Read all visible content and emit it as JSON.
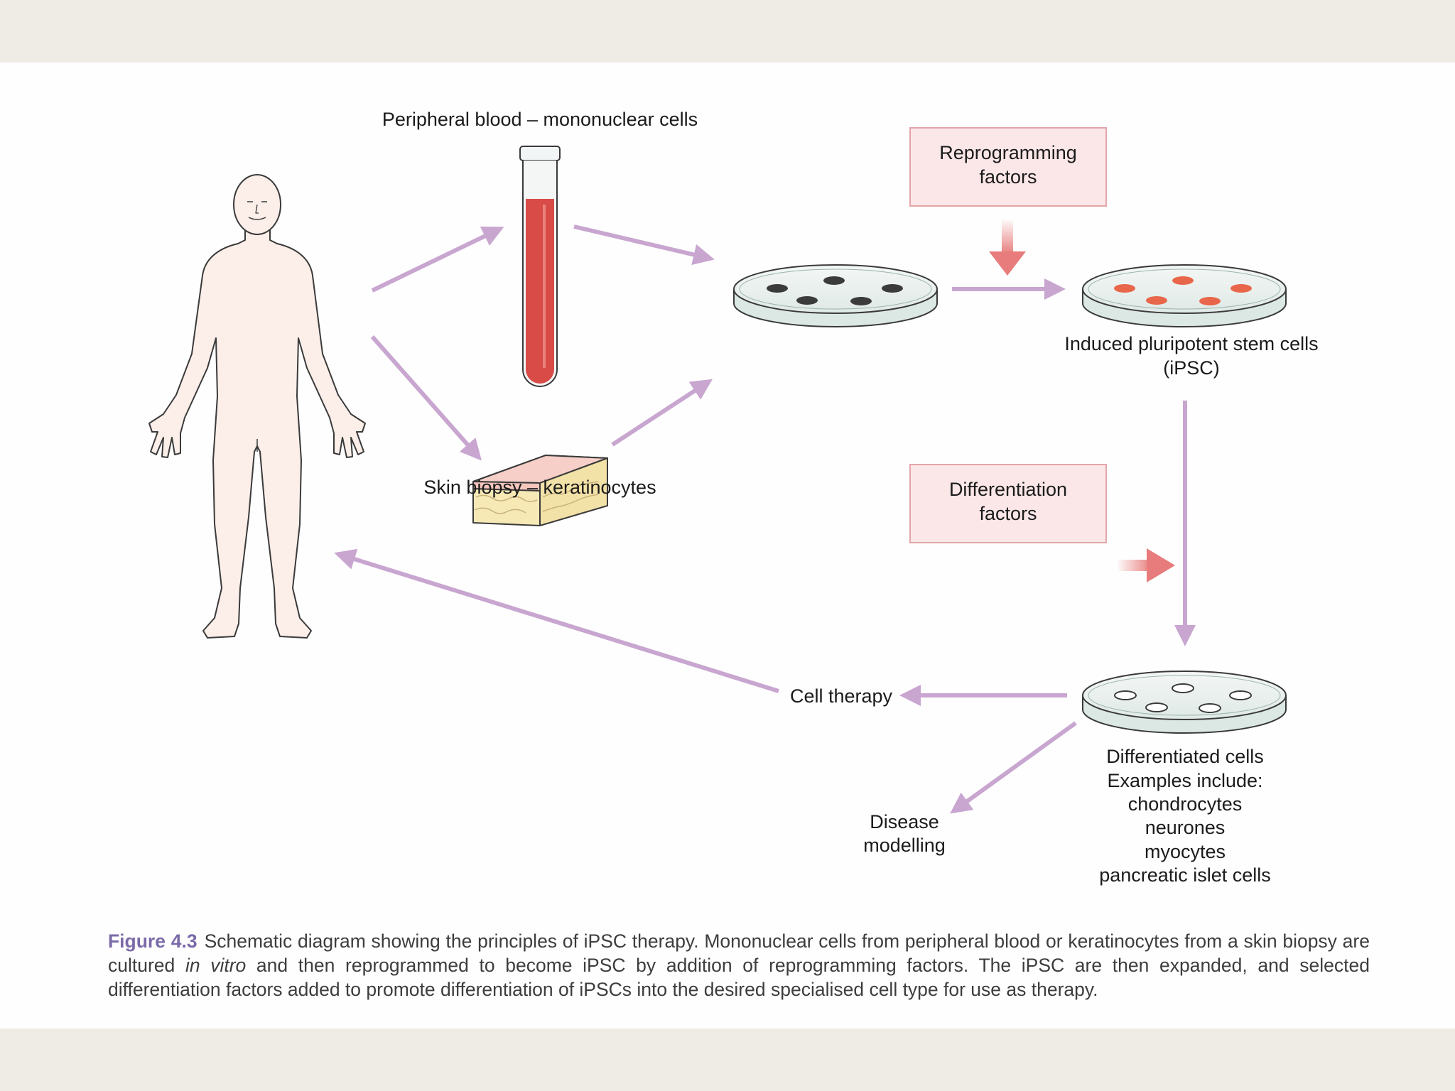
{
  "diagram": {
    "labels": {
      "peripheral_blood": "Peripheral blood – mononuclear cells",
      "skin_biopsy": "Skin biopsy – keratinocytes",
      "ipsc_line1": "Induced pluripotent stem cells",
      "ipsc_line2": "(iPSC)",
      "cell_therapy": "Cell therapy",
      "disease_line1": "Disease",
      "disease_line2": "modelling",
      "diff_cells": [
        "Differentiated cells",
        "Examples include:",
        "chondrocytes",
        "neurones",
        "myocytes",
        "pancreatic islet cells"
      ]
    },
    "boxes": {
      "reprogramming_line1": "Reprogramming",
      "reprogramming_line2": "factors",
      "differentiation_line1": "Differentiation",
      "differentiation_line2": "factors"
    },
    "colors": {
      "arrow": "#c8a6d0",
      "factor_arrow": "#e87c7c",
      "box_fill": "#fbe7e8",
      "box_stroke": "#e2a6aa",
      "blood": "#d84b47",
      "skin_top": "#f2c3bd",
      "fat": "#f6e9b6",
      "body": "#fceee9",
      "ipsc_cells": "#e8674a",
      "dark_cells": "#3b3b3b",
      "caption_label": "#7b6aa8"
    }
  },
  "caption": {
    "label": "Figure 4.3",
    "text_part1": "Schematic diagram showing the principles of iPSC therapy. Mononuclear cells from peripheral blood or keratinocytes from a skin biopsy are cultured ",
    "italic": "in vitro",
    "text_part2": " and then reprogrammed to become iPSC by addition of reprogramming factors. The iPSC are then expanded, and selected differentiation factors added to promote differentiation of iPSCs into the desired specialised cell type for use as therapy."
  }
}
